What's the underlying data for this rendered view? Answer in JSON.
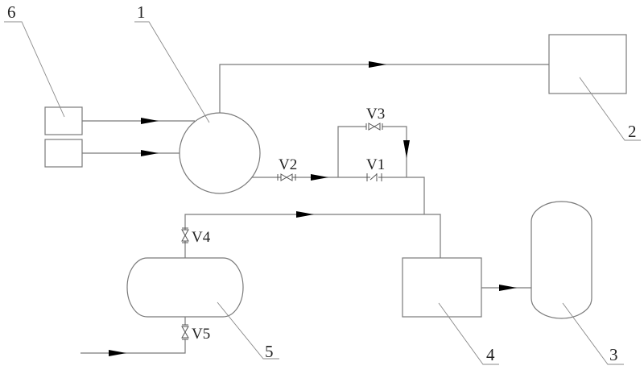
{
  "labels": {
    "mixer": "1",
    "unit_2": "2",
    "tank_3": "3",
    "unit_4": "4",
    "tank_5": "5",
    "sources_6": "6"
  },
  "valves": {
    "v1": "V1",
    "v2": "V2",
    "v3": "V3",
    "v4": "V4",
    "v5": "V5"
  },
  "colors": {
    "line": "#7a7a7a",
    "arrow": "#000000"
  }
}
